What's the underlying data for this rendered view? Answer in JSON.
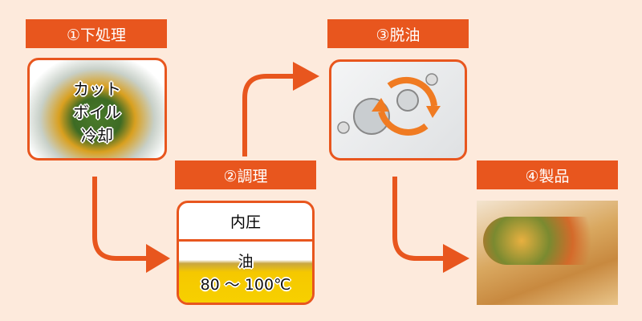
{
  "steps": [
    {
      "label": "①下処理",
      "lines": [
        "カット",
        "ボイル",
        "冷却"
      ]
    },
    {
      "label": "②調理",
      "pressure": "内圧",
      "oil": "油",
      "temp": "80 ～ 100℃"
    },
    {
      "label": "③脱油"
    },
    {
      "label": "④製品"
    }
  ],
  "colors": {
    "accent": "#e8561e",
    "background": "#fdeadc",
    "oil": "#f5c800"
  }
}
